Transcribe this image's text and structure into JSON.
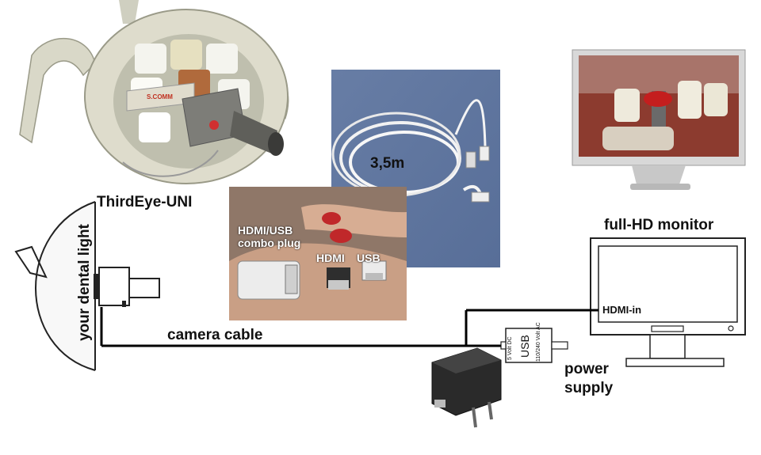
{
  "labels": {
    "product_name": "ThirdEye-UNI",
    "dental_light": "your dental light",
    "cable_length": "3,5m",
    "combo_plug": "HDMI/USB\ncombo plug",
    "hdmi": "HDMI",
    "usb": "USB",
    "camera_cable": "camera cable",
    "monitor": "full-HD monitor",
    "hdmi_in": "HDMI-in",
    "power_supply": "power\nsupply",
    "psu_usb": "USB",
    "psu_dc": "5 Volt DC",
    "psu_ac": "110/240 Volt AC"
  },
  "logo_text": "S.COMM"
}
